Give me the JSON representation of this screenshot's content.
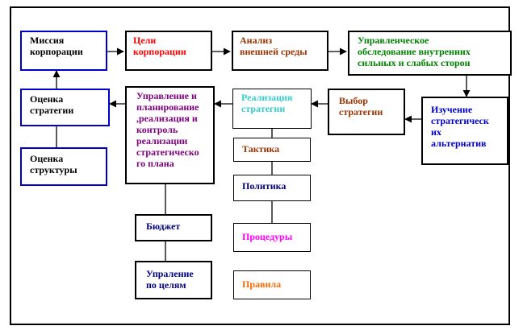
{
  "colors": {
    "black": "#000000",
    "blue": "#0000cc",
    "red": "#ff0000",
    "brown": "#993300",
    "green": "#008000",
    "teal": "#33cccc",
    "purple": "#800080",
    "navy": "#000080",
    "magenta": "#ff00ff",
    "orange": "#ff6600"
  },
  "boxes": {
    "mission": "Миссия\nкорпорации",
    "goals": "Цели\nкорпорации",
    "external": "Анализ\nвнешней среды",
    "internal": "Управленческое\nобследование внутренних\nсильных и слабых сторон",
    "study": "Изучение\nстратегическ\nих\nальтернатив",
    "choice": "Выбор\nстратегии",
    "implementation": "Реализация\nстратегии",
    "management": "Управление и\nпланирование\n,реализация и\nконтроль\nреализации\nстратегическо\nго плана",
    "evaluation_strategy": "Оценка\nстратегии",
    "evaluation_structure": "Оценка\nструктуры",
    "tactics": "Тактика",
    "policy": "Политика",
    "procedures": "Процедуры",
    "rules": "Правила",
    "budget": "Бюджет",
    "mbo": "Упраление\nпо целям"
  }
}
